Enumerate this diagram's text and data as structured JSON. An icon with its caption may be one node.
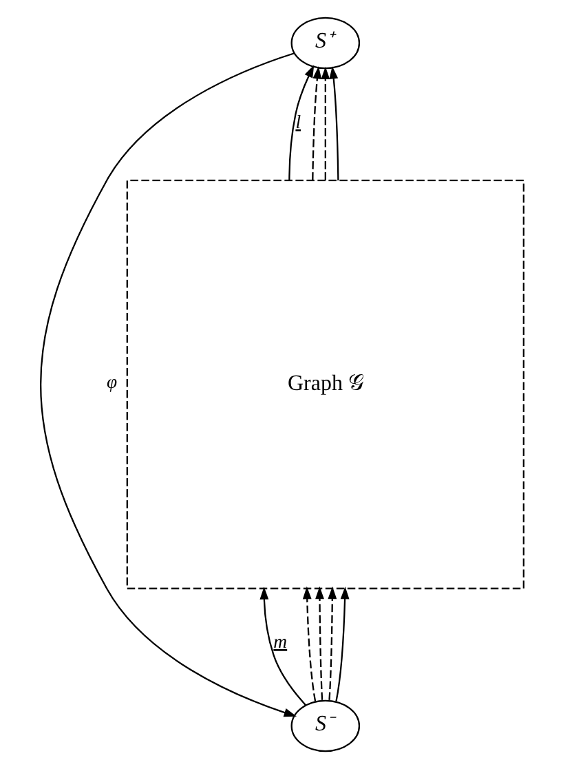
{
  "diagram": {
    "nodes": [
      {
        "text": [
          "S⁺"
        ]
      },
      {
        "text": [
          "Graph 𝒢"
        ]
      },
      {
        "text": [
          "S⁻"
        ]
      }
    ],
    "edges": [
      {
        "from": 1,
        "to": 0,
        "arrow": "to",
        "label": "l"
      },
      {
        "from": 1,
        "to": 0,
        "arrow": "to",
        "style": "dashed"
      },
      {
        "from": 1,
        "to": 0,
        "arrow": "to",
        "style": "dashed"
      },
      {
        "from": 1,
        "to": 0,
        "arrow": "to"
      },
      {
        "from": 2,
        "to": 1,
        "arrow": "to",
        "label": "m"
      },
      {
        "from": 2,
        "to": 1,
        "arrow": "to",
        "style": "dashed"
      },
      {
        "from": 2,
        "to": 1,
        "arrow": "to",
        "style": "dashed"
      },
      {
        "from": 2,
        "to": 1,
        "arrow": "to",
        "style": "dashed"
      },
      {
        "from": 2,
        "to": 1,
        "arrow": "to"
      },
      {
        "from": 0,
        "to": 2,
        "arrow": "to",
        "label": "φ"
      }
    ]
  }
}
